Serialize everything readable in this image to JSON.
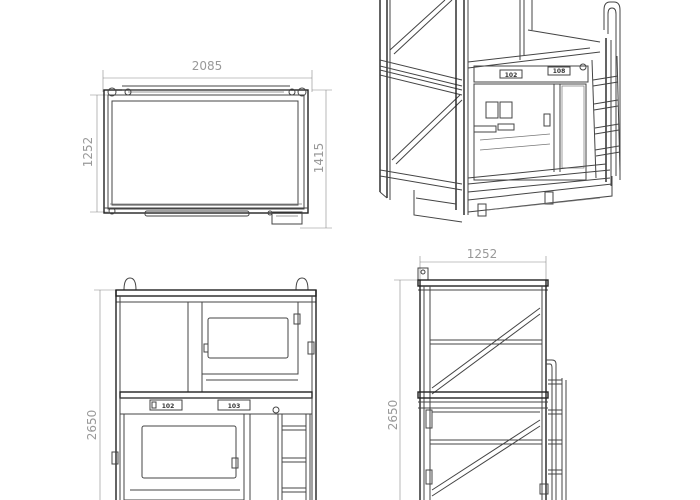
{
  "top_view": {
    "width_dim": "2085",
    "inner_height_dim": "1252",
    "outer_height_dim": "1415"
  },
  "iso_view": {
    "room_label_left": "102",
    "room_label_right": "108"
  },
  "front_view": {
    "height_dim": "2650",
    "room_label_left": "102",
    "room_label_right": "103"
  },
  "side_view": {
    "width_dim": "1252",
    "height_dim": "2650"
  }
}
